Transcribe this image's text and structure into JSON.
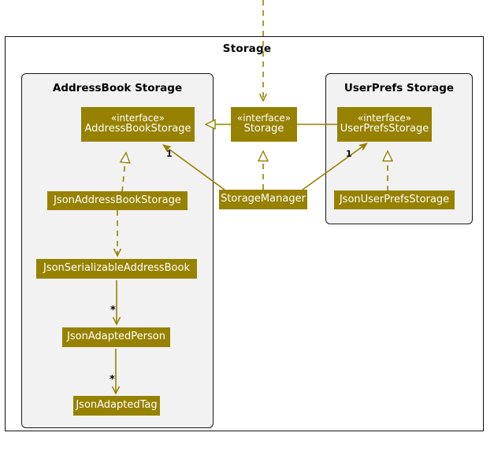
{
  "diagram": {
    "type": "uml-class-diagram",
    "frame_title": "Storage",
    "colors": {
      "node_fill": "#968200",
      "node_text": "#ffffff",
      "package_fill": "#F2F2F2",
      "package_border": "#1a1a1a",
      "edge": "#968200",
      "label_text": "#000000",
      "background": "#ffffff"
    },
    "packages": [
      {
        "id": "pkg-addressbook",
        "title": "AddressBook Storage"
      },
      {
        "id": "pkg-userprefs",
        "title": "UserPrefs Storage"
      }
    ],
    "nodes": [
      {
        "id": "address-book-storage",
        "stereotype": "«interface»",
        "name": "AddressBookStorage"
      },
      {
        "id": "storage",
        "stereotype": "«interface»",
        "name": "Storage"
      },
      {
        "id": "user-prefs-storage",
        "stereotype": "«interface»",
        "name": "UserPrefsStorage"
      },
      {
        "id": "json-address-book-storage",
        "stereotype": "",
        "name": "JsonAddressBookStorage"
      },
      {
        "id": "storage-manager",
        "stereotype": "",
        "name": "StorageManager"
      },
      {
        "id": "json-user-prefs-storage",
        "stereotype": "",
        "name": "JsonUserPrefsStorage"
      },
      {
        "id": "json-serializable-address-book",
        "stereotype": "",
        "name": "JsonSerializableAddressBook"
      },
      {
        "id": "json-adapted-person",
        "stereotype": "",
        "name": "JsonAdaptedPerson"
      },
      {
        "id": "json-adapted-tag",
        "stereotype": "",
        "name": "JsonAdaptedTag"
      }
    ],
    "edges": [
      {
        "from": "storage",
        "to": "address-book-storage",
        "kind": "generalization",
        "style": "solid",
        "head": "hollow-triangle",
        "label": ""
      },
      {
        "from": "storage",
        "to": "user-prefs-storage",
        "kind": "generalization",
        "style": "solid",
        "head": "hollow-triangle",
        "label": ""
      },
      {
        "from": "external",
        "to": "storage",
        "kind": "dependency",
        "style": "dashed",
        "head": "open-arrow",
        "label": ""
      },
      {
        "from": "storage-manager",
        "to": "storage",
        "kind": "realization",
        "style": "dashed",
        "head": "hollow-triangle",
        "label": ""
      },
      {
        "from": "storage-manager",
        "to": "address-book-storage",
        "kind": "association",
        "style": "solid",
        "head": "solid-arrow",
        "label": "1"
      },
      {
        "from": "storage-manager",
        "to": "user-prefs-storage",
        "kind": "association",
        "style": "solid",
        "head": "solid-arrow",
        "label": "1"
      },
      {
        "from": "json-address-book-storage",
        "to": "address-book-storage",
        "kind": "realization",
        "style": "dashed",
        "head": "hollow-triangle",
        "label": ""
      },
      {
        "from": "json-user-prefs-storage",
        "to": "user-prefs-storage",
        "kind": "realization",
        "style": "dashed",
        "head": "hollow-triangle",
        "label": ""
      },
      {
        "from": "json-address-book-storage",
        "to": "json-serializable-address-book",
        "kind": "dependency",
        "style": "dashed",
        "head": "open-arrow",
        "label": ""
      },
      {
        "from": "json-serializable-address-book",
        "to": "json-adapted-person",
        "kind": "association",
        "style": "solid",
        "head": "open-arrow",
        "label": "*"
      },
      {
        "from": "json-adapted-person",
        "to": "json-adapted-tag",
        "kind": "association",
        "style": "solid",
        "head": "open-arrow",
        "label": "*"
      }
    ],
    "multiplicity_labels": [
      {
        "id": "mult-abs",
        "text": "1"
      },
      {
        "id": "mult-ups",
        "text": "1"
      },
      {
        "id": "mult-person",
        "text": "*"
      },
      {
        "id": "mult-tag",
        "text": "*"
      }
    ]
  }
}
